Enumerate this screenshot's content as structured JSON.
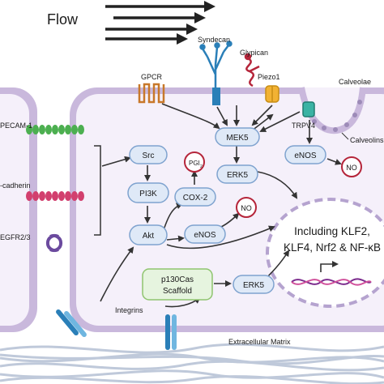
{
  "flow_label": "Flow",
  "receptors": {
    "syndecan": "Syndecan",
    "glypican": "Glypican",
    "gpcr": "GPCR",
    "piezo1": "Piezo1",
    "calveolae": "Calveolae",
    "trpv4": "TRPV4",
    "calveolins": "Calveolins"
  },
  "junction": {
    "pecam1": "PECAM-1",
    "cadherin": "-cadherin",
    "vegfr": "EGFR2/3"
  },
  "nodes": {
    "src": "Src",
    "pi3k": "PI3K",
    "akt": "Akt",
    "cox2": "COX-2",
    "pgi2_main": "PGI",
    "pgi2_sub": "2",
    "enos_akt": "eNOS",
    "no_akt": "NO",
    "mek5": "MEK5",
    "erk5_top": "ERK5",
    "enos_cav": "eNOS",
    "no_cav": "NO",
    "p130_line1": "p130Cas",
    "p130_line2": "Scaffold",
    "erk5_bottom": "ERK5"
  },
  "nucleus": {
    "line1": "Including KLF2,",
    "line2": "KLF4, Nrf2 & NF-κB"
  },
  "integrins": "Integrins",
  "matrix": "Extracellular Matrix",
  "colors": {
    "membrane": "#c9b8dc",
    "cytoplasm": "#f5f0fa",
    "node_fill": "#dfe9f7",
    "node_stroke": "#7fa3cf",
    "scaffold_fill": "#e6f4df",
    "scaffold_stroke": "#8fc46f",
    "no_stroke": "#b5253a",
    "arrow": "#333333",
    "matrix": "#b9c4d6"
  }
}
